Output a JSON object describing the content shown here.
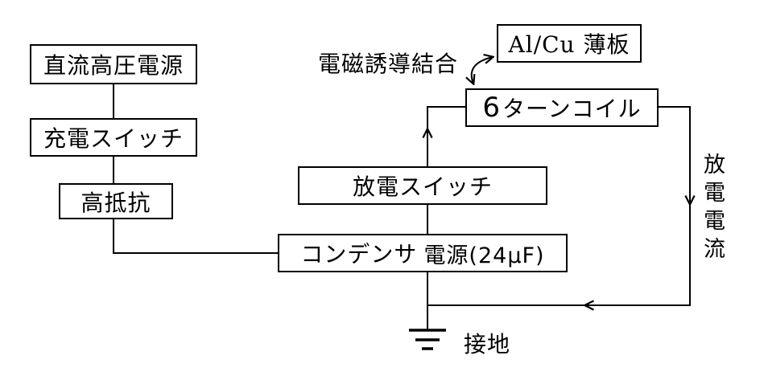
{
  "diagram": {
    "boxes": {
      "dc_power": "直流高圧電源",
      "charge_switch": "充電スイッチ",
      "high_resistance": "高抵抗",
      "discharge_switch": "放電スイッチ",
      "capacitor_part1": "コンデンサ",
      "capacitor_part2": "電源(24μF)",
      "coil_num": "6",
      "coil_text": "ターンコイル",
      "plate": "Al/Cu 薄板"
    },
    "labels": {
      "induction_coupling": "電磁誘導結合",
      "discharge_current": "放電電流",
      "ground": "接地"
    },
    "colors": {
      "line": "#000000",
      "background": "#ffffff"
    }
  }
}
